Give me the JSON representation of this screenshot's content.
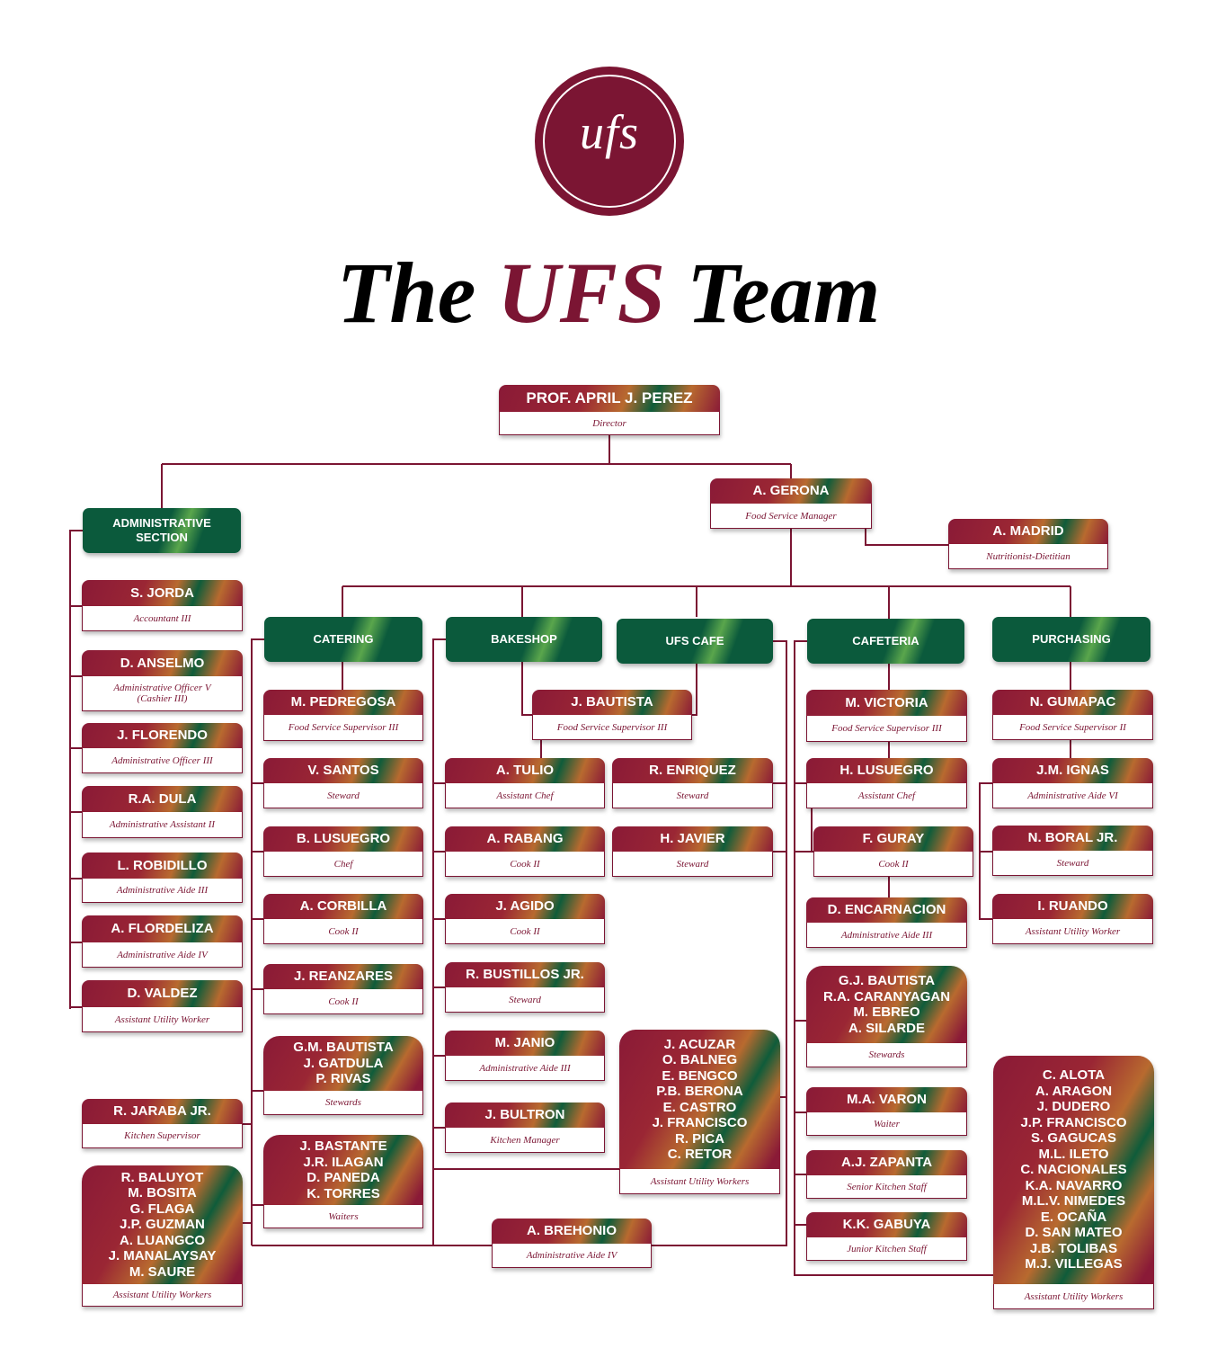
{
  "logo_text": "ufs",
  "title": {
    "pre": "The ",
    "accent": "UFS",
    "post": " Team"
  },
  "colors": {
    "maroon": "#7b1533",
    "green": "#0b5a3c",
    "orange": "#b86a2f"
  },
  "sections": [
    {
      "id": "admin",
      "label": "ADMINISTRATIVE SECTION"
    },
    {
      "id": "catering",
      "label": "CATERING"
    },
    {
      "id": "bakeshop",
      "label": "BAKESHOP"
    },
    {
      "id": "cafe",
      "label": "UFS CAFE"
    },
    {
      "id": "cafeteria",
      "label": "CAFETERIA"
    },
    {
      "id": "purchasing",
      "label": "PURCHASING"
    }
  ],
  "cards": [
    {
      "id": "perez",
      "names": [
        "PROF. APRIL J. PEREZ"
      ],
      "title": "Director"
    },
    {
      "id": "gerona",
      "names": [
        "A. GERONA"
      ],
      "title": "Food Service Manager"
    },
    {
      "id": "madrid",
      "names": [
        "A. MADRID"
      ],
      "title": "Nutritionist-Dietitian"
    },
    {
      "id": "jorda",
      "names": [
        "S. JORDA"
      ],
      "title": "Accountant III"
    },
    {
      "id": "anselmo",
      "names": [
        "D. ANSELMO"
      ],
      "title": "Administrative Officer V (Cashier III)"
    },
    {
      "id": "florendo",
      "names": [
        "J. FLORENDO"
      ],
      "title": "Administrative Officer III"
    },
    {
      "id": "dula",
      "names": [
        "R.A. DULA"
      ],
      "title": "Administrative Assistant II"
    },
    {
      "id": "robidillo",
      "names": [
        "L. ROBIDILLO"
      ],
      "title": "Administrative Aide III"
    },
    {
      "id": "flordeliza",
      "names": [
        "A. FLORDELIZA"
      ],
      "title": "Administrative Aide IV"
    },
    {
      "id": "valdez",
      "names": [
        "D. VALDEZ"
      ],
      "title": "Assistant Utility Worker"
    },
    {
      "id": "jaraba",
      "names": [
        "R. JARABA JR."
      ],
      "title": "Kitchen Supervisor"
    },
    {
      "id": "admin_auw",
      "names": [
        "R. BALUYOT",
        "M. BOSITA",
        "G. FLAGA",
        "J.P. GUZMAN",
        "A. LUANGCO",
        "J. MANALAYSAY",
        "M. SAURE"
      ],
      "title": "Assistant Utility Workers"
    },
    {
      "id": "pedregosa",
      "names": [
        "M. PEDREGOSA"
      ],
      "title": "Food Service Supervisor III"
    },
    {
      "id": "vsantos",
      "names": [
        "V. SANTOS"
      ],
      "title": "Steward"
    },
    {
      "id": "blusuegro",
      "names": [
        "B. LUSUEGRO"
      ],
      "title": "Chef"
    },
    {
      "id": "corbilla",
      "names": [
        "A. CORBILLA"
      ],
      "title": "Cook II"
    },
    {
      "id": "reanzares",
      "names": [
        "J. REANZARES"
      ],
      "title": "Cook II"
    },
    {
      "id": "cat_stewards",
      "names": [
        "G.M. BAUTISTA",
        "J. GATDULA",
        "P. RIVAS"
      ],
      "title": "Stewards"
    },
    {
      "id": "cat_waiters",
      "names": [
        "J. BASTANTE",
        "J.R. ILAGAN",
        "D. PANEDA",
        "K. TORRES"
      ],
      "title": "Waiters"
    },
    {
      "id": "jbautista",
      "names": [
        "J. BAUTISTA"
      ],
      "title": "Food Service Supervisor III"
    },
    {
      "id": "tulio",
      "names": [
        "A. TULIO"
      ],
      "title": "Assistant Chef"
    },
    {
      "id": "rabang",
      "names": [
        "A. RABANG"
      ],
      "title": "Cook II"
    },
    {
      "id": "agido",
      "names": [
        "J. AGIDO"
      ],
      "title": "Cook II"
    },
    {
      "id": "bustillos",
      "names": [
        "R. BUSTILLOS JR."
      ],
      "title": "Steward"
    },
    {
      "id": "janio",
      "names": [
        "M. JANIO"
      ],
      "title": "Administrative Aide III"
    },
    {
      "id": "bultron",
      "names": [
        "J. BULTRON"
      ],
      "title": "Kitchen Manager"
    },
    {
      "id": "brehonio",
      "names": [
        "A. BREHONIO"
      ],
      "title": "Administrative Aide IV"
    },
    {
      "id": "enriquez",
      "names": [
        "R. ENRIQUEZ"
      ],
      "title": "Steward"
    },
    {
      "id": "javier",
      "names": [
        "H. JAVIER"
      ],
      "title": "Steward"
    },
    {
      "id": "cafe_auw",
      "names": [
        "J. ACUZAR",
        "O. BALNEG",
        "E. BENGCO",
        "P.B. BERONA",
        "E. CASTRO",
        "J. FRANCISCO",
        "R. PICA",
        "C. RETOR"
      ],
      "title": "Assistant Utility Workers"
    },
    {
      "id": "victoria",
      "names": [
        "M. VICTORIA"
      ],
      "title": "Food Service Supervisor III"
    },
    {
      "id": "hlusuegro",
      "names": [
        "H. LUSUEGRO"
      ],
      "title": "Assistant Chef"
    },
    {
      "id": "guray",
      "names": [
        "F. GURAY"
      ],
      "title": "Cook II"
    },
    {
      "id": "encarnacion",
      "names": [
        "D. ENCARNACION"
      ],
      "title": "Administrative Aide III"
    },
    {
      "id": "caf_stewards",
      "names": [
        "G.J. BAUTISTA",
        "R.A. CARANYAGAN",
        "M. EBREO",
        "A. SILARDE"
      ],
      "title": "Stewards"
    },
    {
      "id": "varon",
      "names": [
        "M.A. VARON"
      ],
      "title": "Waiter"
    },
    {
      "id": "zapanta",
      "names": [
        "A.J. ZAPANTA"
      ],
      "title": "Senior Kitchen Staff"
    },
    {
      "id": "gabuya",
      "names": [
        "K.K. GABUYA"
      ],
      "title": "Junior Kitchen Staff"
    },
    {
      "id": "gumapac",
      "names": [
        "N. GUMAPAC"
      ],
      "title": "Food Service Supervisor II"
    },
    {
      "id": "ignas",
      "names": [
        "J.M. IGNAS"
      ],
      "title": "Administrative Aide VI"
    },
    {
      "id": "boral",
      "names": [
        "N. BORAL JR."
      ],
      "title": "Steward"
    },
    {
      "id": "ruando",
      "names": [
        "I. RUANDO"
      ],
      "title": "Assistant Utility Worker"
    },
    {
      "id": "pur_auw",
      "names": [
        "C. ALOTA",
        "A. ARAGON",
        "J. DUDERO",
        "J.P. FRANCISCO",
        "S. GAGUCAS",
        "M.L. ILETO",
        "C. NACIONALES",
        "K.A. NAVARRO",
        "M.L.V. NIMEDES",
        "E. OCAÑA",
        "D. SAN MATEO",
        "J.B. TOLIBAS",
        "M.J. VILLEGAS"
      ],
      "title": "Assistant Utility Workers"
    }
  ]
}
